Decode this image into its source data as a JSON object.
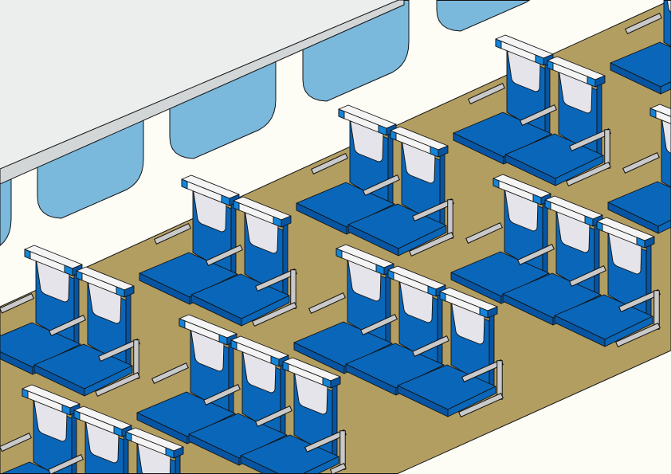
{
  "scene": {
    "subject": "aircraft-cabin-seating",
    "left_block_seats_per_row": 2,
    "right_block_seats_per_row": 3
  },
  "colors": {
    "background": "#fdfdf6",
    "floor": "#b39e62",
    "overhead_bin": "#eceeee",
    "overhead_bin_edge": "#d3d6d7",
    "window": "#7ab8dc",
    "seat_blue": "#0a66b8",
    "seat_blue_dark": "#0755a2",
    "seat_blue_cap": "#1485d8",
    "headrest_cover": "#f4f4f4",
    "antimacassar": "#e4e4ea",
    "armrest": "#c9c9c9",
    "outline": "#111111"
  }
}
